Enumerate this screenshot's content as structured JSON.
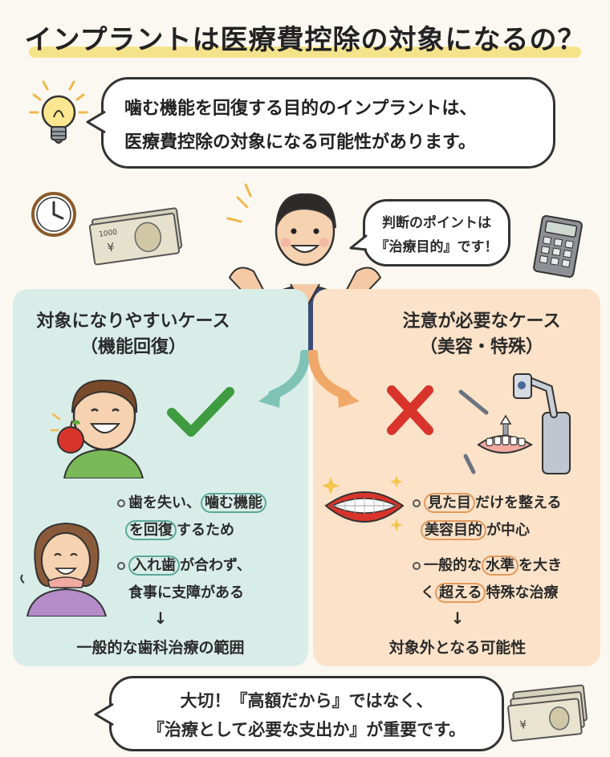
{
  "title": "インプラントは医療費控除の対象になるの？",
  "intro": {
    "line1_a": "噛む機能を回復する目的",
    "line1_b": "のインプラントは、",
    "line2_a": "医療費控除",
    "line2_b": "の",
    "line2_c": "対象",
    "line2_d": "になる可能性があります。"
  },
  "speech": {
    "line1": "判断のポイントは",
    "line2_open": "『",
    "line2_key": "治療目的",
    "line2_close": "』です！"
  },
  "left_panel": {
    "heading1": "対象になりやすいケース",
    "heading2": "（機能回復）",
    "item1_a": "歯を失い、",
    "item1_b": "噛む機能",
    "item1_c": "を回復",
    "item1_d": "するため",
    "item2_a": "入れ歯",
    "item2_b": "が合わず、",
    "item2_c": "食事に支障がある",
    "arrow": "↓",
    "result": "一般的な歯科治療の範囲"
  },
  "right_panel": {
    "heading1": "注意が必要なケース",
    "heading2": "（美容・特殊）",
    "item1_a": "見た目",
    "item1_b": "だけを整える",
    "item1_c": "美容目的",
    "item1_d": "が中心",
    "item2_a": "一般的な",
    "item2_b": "水準",
    "item2_c": "を大き",
    "item2_d": "く",
    "item2_e": "超える",
    "item2_f": "特殊な治療",
    "arrow": "↓",
    "result": "対象外となる可能性"
  },
  "bottom": {
    "line1": "大切！『高額だから』ではなく、",
    "line2_open": "『",
    "line2_key": "治療として必要な支出か",
    "line2_close": "』が重要です。"
  },
  "colors": {
    "teal_panel": "#d9ede8",
    "orange_panel": "#fbe2c8",
    "highlight": "#f3df7a",
    "check_green": "#3f9b3f",
    "cross_red": "#d9342b"
  }
}
